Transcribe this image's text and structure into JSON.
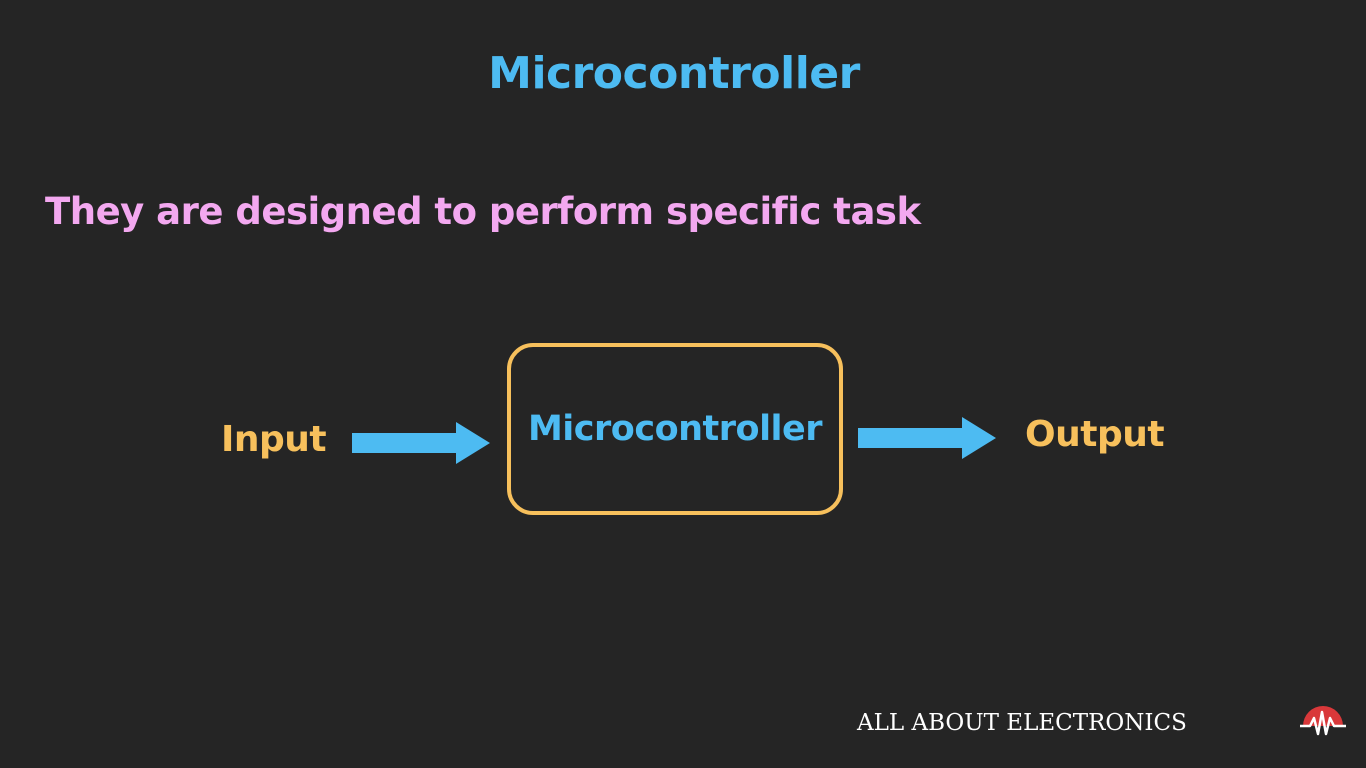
{
  "slide": {
    "title": "Microcontroller",
    "subtitle": "They are designed to perform specific task"
  },
  "diagram": {
    "input_label": "Input",
    "block_label": "Microcontroller",
    "output_label": "Output",
    "colors": {
      "background": "#252525",
      "accent_blue": "#4dbbf2",
      "accent_yellow": "#f7c05c",
      "subtitle_pink": "#f3a8f0"
    }
  },
  "brand": {
    "text": "ALL ABOUT ELECTRONICS",
    "logo_icon": "waveform-logo-icon"
  }
}
